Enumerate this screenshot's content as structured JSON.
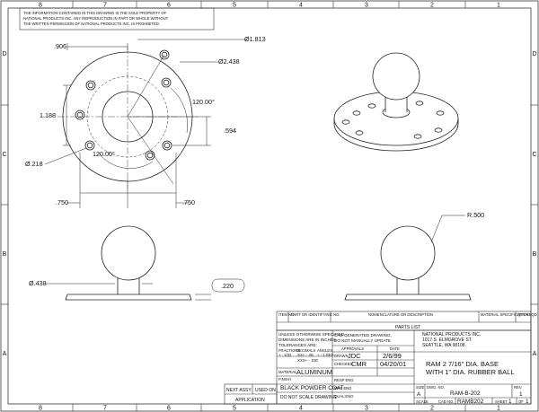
{
  "notice": {
    "line1": "THE INFORMATION CONTAINED IN THIS DRAWING IS THE SOLE PROPERTY OF",
    "line2": "NATIONAL PRODUCTS INC. ANY REPRODUCTION IN PART OR WHOLE WITHOUT",
    "line3": "THE WRITTEN PERMISSION OF NATIONAL PRODUCTS INC. IS PROHIBITED."
  },
  "zones": {
    "columns": [
      "8",
      "7",
      "6",
      "5",
      "4",
      "3",
      "2",
      "1"
    ],
    "rows": [
      "D",
      "C",
      "B",
      "A"
    ]
  },
  "dimensions": {
    "hole_offset_top": ".906",
    "hole_circle_dia": "Ø1.813",
    "base_dia": "Ø2.438",
    "angle_right": "120.00°",
    "hole_spacing_v": "1.188",
    "offset_right": ".594",
    "hole_dia": "Ø.218",
    "angle_bottom": "120.00°",
    "left_width": ".750",
    "right_width": ".750",
    "ball_radius": "R.500",
    "neck_dia": "Ø.438",
    "base_thickness": ".220"
  },
  "title_block": {
    "parts_list": {
      "col_item": "ITEM NO.",
      "col_part": "PART OR IDENTIFYING NO.",
      "col_nomen": "NOMENCLATURE OR DESCRIPTION",
      "col_material": "MATERIAL SPECIFICATION",
      "col_qty": "QTY REQD",
      "title": "PARTS LIST"
    },
    "tolerance": {
      "line1": "UNLESS OTHERWISE SPECIFIED",
      "line2": "DIMENSIONS ARE IN INCHES",
      "line3": "TOLERANCES ARE:",
      "fractions_label": "FRACTIONS",
      "decimals_label": "DECIMALS",
      "angles_label": "ANGLES",
      "fractions_val": "+ - 1/32",
      "decimals_val": ".XX+ - .06",
      "angles_val": "+ - 1 DEG",
      "decimals_val2": ".XXX+ - .030"
    },
    "cad_note": {
      "line1": "CAD GENERATED DRAWING,",
      "line2": "DO NOT MANUALLY UPDATE"
    },
    "approvals": {
      "approvals_label": "APPROVALS",
      "date_label": "DATE",
      "drawn_label": "DRAWN",
      "drawn_by": "JDC",
      "drawn_date": "2/6/99",
      "checked_label": "CHECKED",
      "checked_by": "CMR",
      "checked_date": "04/20/01",
      "resp_eng": "RESP ENG",
      "mfg_eng": "MFG ENG",
      "qual_eng": "QUAL ENG"
    },
    "company": {
      "name": "NATIONAL PRODUCTS INC.",
      "address1": "1017 S. ELMGROVE ST.",
      "address2": "SEATTLE, WA 98108"
    },
    "title": {
      "line1": "RAM 2 7/16\" DIA. BASE",
      "line2": "WITH 1\" DIA. RUBBER BALL"
    },
    "material_label": "MATERIAL",
    "material": "ALUMINUM",
    "finish_label": "FINISH",
    "finish": "BLACK POWDER COAT",
    "do_not_scale": "DO NOT SCALE DRAWING",
    "next_assy": "NEXT ASSY",
    "used_on": "USED ON",
    "application": "APPLICATION",
    "size_label": "SIZE",
    "size": "A",
    "dwg_no_label": "DWG. NO.",
    "dwg_no": "RAM-B-202",
    "rev_label": "REV",
    "rev": "1",
    "scale_label": "SCALE",
    "cad_no_label": "CAD NO.",
    "cad_no": "RAMB202",
    "sheet_label": "SHEET",
    "sheet": "1",
    "of_label": "OF",
    "of": "1"
  }
}
